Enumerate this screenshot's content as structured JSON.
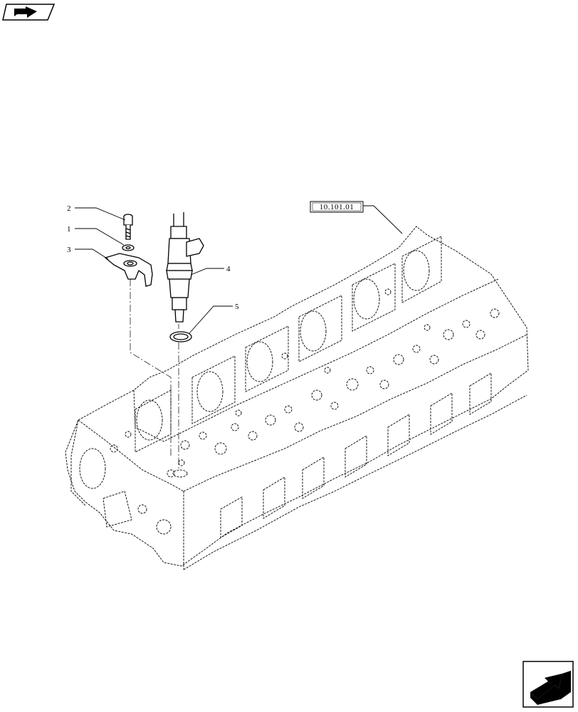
{
  "callouts": {
    "c1": "1",
    "c2": "2",
    "c3": "3",
    "c4": "4",
    "c5": "5"
  },
  "reference": {
    "label": "10.101.01"
  },
  "icons": {
    "top_left": "prev-page-arrow-icon",
    "bottom_right": "next-page-arrow-icon"
  }
}
